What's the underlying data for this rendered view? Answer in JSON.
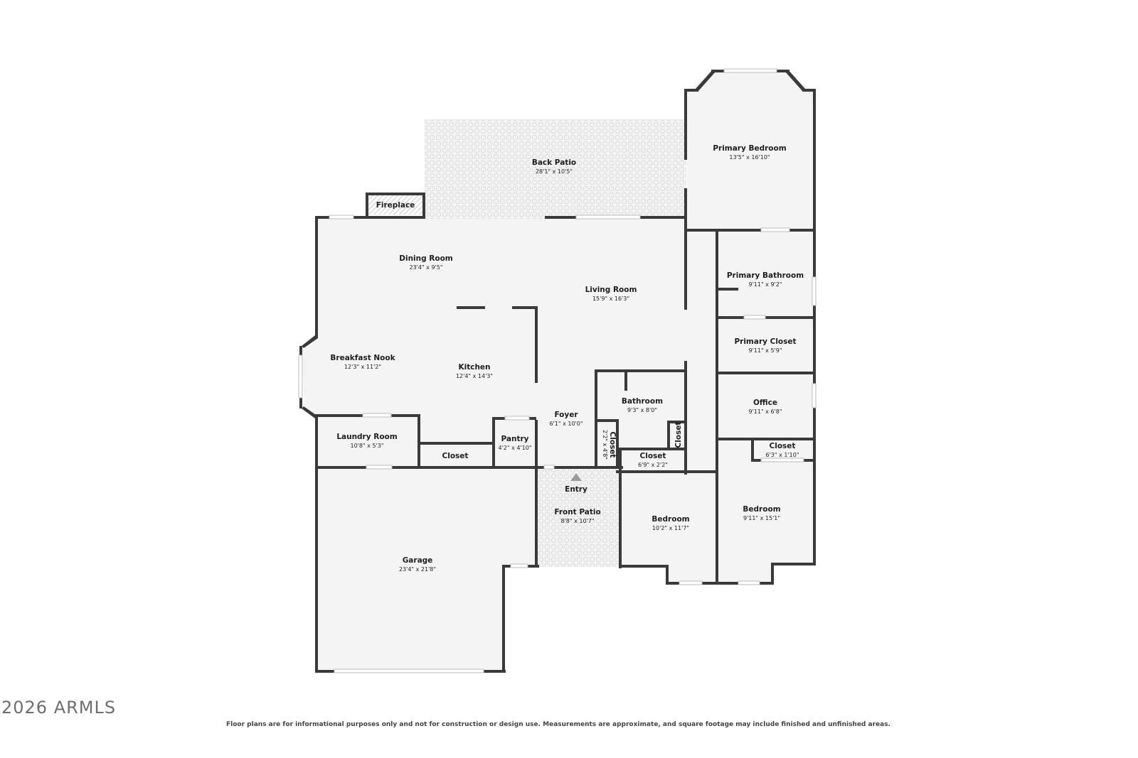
{
  "rooms": [
    {
      "id": "back-patio",
      "name": "Back Patio",
      "dims": "28'1\" x 10'5\""
    },
    {
      "id": "fireplace",
      "name": "Fireplace",
      "dims": ""
    },
    {
      "id": "primary-bedroom",
      "name": "Primary Bedroom",
      "dims": "13'5\" x 16'10\""
    },
    {
      "id": "dining-room",
      "name": "Dining Room",
      "dims": "23'4\" x 9'5\""
    },
    {
      "id": "living-room",
      "name": "Living Room",
      "dims": "15'9\" x 16'3\""
    },
    {
      "id": "primary-bathroom",
      "name": "Primary Bathroom",
      "dims": "9'11\" x 9'2\""
    },
    {
      "id": "primary-closet",
      "name": "Primary Closet",
      "dims": "9'11\" x 5'9\""
    },
    {
      "id": "breakfast-nook",
      "name": "Breakfast Nook",
      "dims": "12'3\" x 11'2\""
    },
    {
      "id": "kitchen",
      "name": "Kitchen",
      "dims": "12'4\" x 14'3\""
    },
    {
      "id": "bathroom",
      "name": "Bathroom",
      "dims": "9'3\" x 8'0\""
    },
    {
      "id": "office",
      "name": "Office",
      "dims": "9'11\" x 6'8\""
    },
    {
      "id": "foyer",
      "name": "Foyer",
      "dims": "6'1\" x 10'0\""
    },
    {
      "id": "laundry-room",
      "name": "Laundry Room",
      "dims": "10'8\" x 5'3\""
    },
    {
      "id": "pantry",
      "name": "Pantry",
      "dims": "4'2\" x 4'10\""
    },
    {
      "id": "closet-hall",
      "name": "Closet",
      "dims": ""
    },
    {
      "id": "closet-foyer",
      "name": "Closet",
      "dims": "2'2\" x 4'8\""
    },
    {
      "id": "closet-small",
      "name": "Closet",
      "dims": ""
    },
    {
      "id": "closet-bedroom",
      "name": "Closet",
      "dims": "6'9\" x 2'2\""
    },
    {
      "id": "closet-bedroom2",
      "name": "Closet",
      "dims": "6'3\" x 1'10\""
    },
    {
      "id": "entry",
      "name": "Entry",
      "dims": ""
    },
    {
      "id": "front-patio",
      "name": "Front Patio",
      "dims": "8'8\" x 10'7\""
    },
    {
      "id": "bedroom-2",
      "name": "Bedroom",
      "dims": "10'2\" x 11'7\""
    },
    {
      "id": "bedroom-3",
      "name": "Bedroom",
      "dims": "9'11\" x 15'1\""
    },
    {
      "id": "garage",
      "name": "Garage",
      "dims": "23'4\" x 21'8\""
    }
  ],
  "watermark": "2026 ARMLS",
  "disclaimer": "Floor plans are for informational purposes only and not for construction or design use. Measurements are approximate, and square footage may include finished and unfinished areas.",
  "colors": {
    "wall": "#3a3a3a",
    "floor": "#f4f4f4",
    "patio": "#f0f0f0"
  }
}
